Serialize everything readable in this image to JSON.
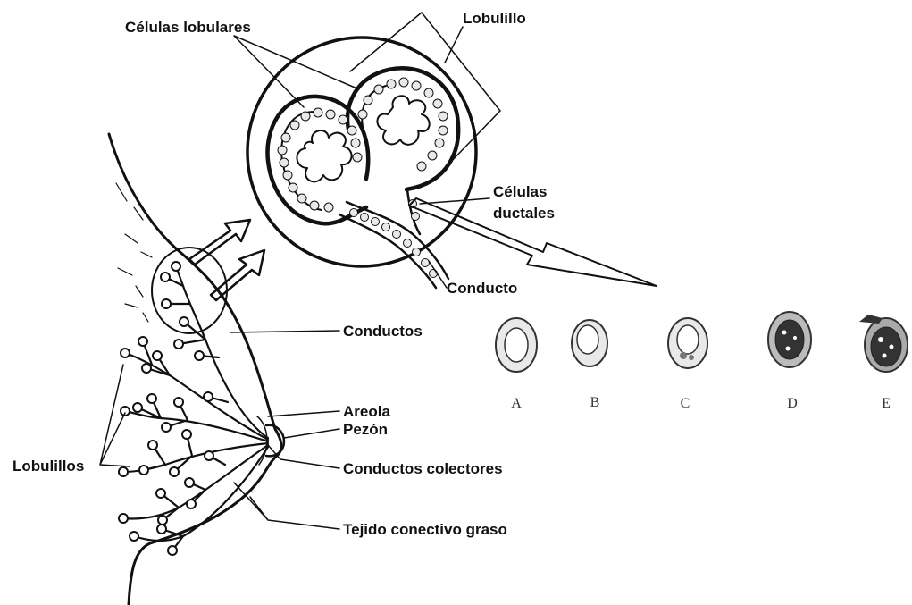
{
  "labels": {
    "celulas_lobulares": "Células lobulares",
    "lobulillo": "Lobulillo",
    "celulas": "Células",
    "ductales": "ductales",
    "conducto": "Conducto",
    "conductos": "Conductos",
    "areola": "Areola",
    "pezon": "Pezón",
    "conductos_colectores": "Conductos colectores",
    "tejido": "Tejido conectivo graso",
    "lobulillos": "Lobulillos"
  },
  "stages": [
    {
      "letter": "A"
    },
    {
      "letter": "B"
    },
    {
      "letter": "C"
    },
    {
      "letter": "D"
    },
    {
      "letter": "E"
    }
  ],
  "colors": {
    "ink": "#111111",
    "cell_fill": "#e9e9e9",
    "stage_dark": "#333333"
  }
}
